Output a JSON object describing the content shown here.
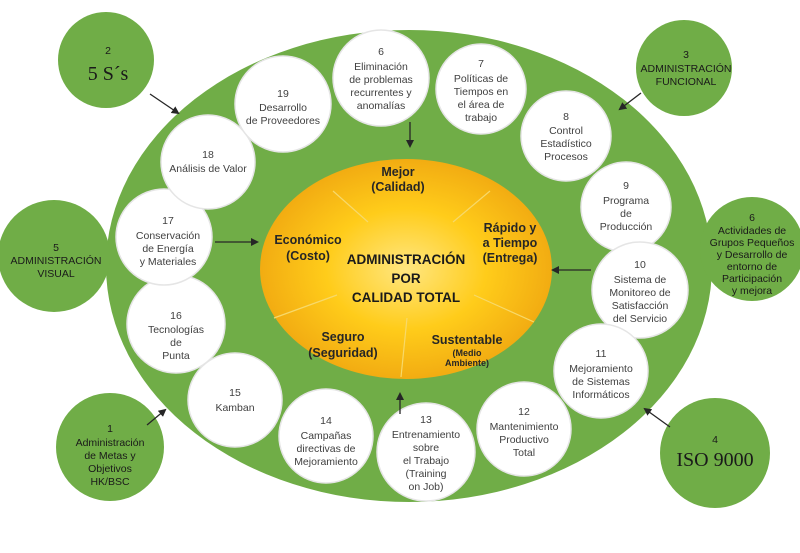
{
  "center": {
    "lines": [
      "ADMINISTRACIÓN",
      "POR",
      "CALIDAD TOTAL"
    ]
  },
  "segments": [
    {
      "lines": [
        "Mejor",
        "(Calidad)"
      ]
    },
    {
      "lines": [
        "Rápido y",
        "a Tiempo",
        "(Entrega)"
      ]
    },
    {
      "lines": [
        "Sustentable"
      ],
      "sub": [
        "(Medio",
        "Ambiente)"
      ]
    },
    {
      "lines": [
        "Seguro",
        "(Seguridad)"
      ]
    },
    {
      "lines": [
        "Económico",
        "(Costo)"
      ]
    }
  ],
  "bubbles": [
    {
      "n": "6",
      "lines": [
        "Eliminación",
        "de problemas",
        "recurrentes y",
        "anomalías"
      ]
    },
    {
      "n": "7",
      "lines": [
        "Políticas de",
        "Tiempos en",
        "el área de",
        "trabajo"
      ]
    },
    {
      "n": "8",
      "lines": [
        "Control",
        "Estadístico",
        "Procesos"
      ]
    },
    {
      "n": "9",
      "lines": [
        "Programa",
        "de",
        "Producción"
      ]
    },
    {
      "n": "10",
      "lines": [
        "Sistema de",
        "Monitoreo de",
        "Satisfacción",
        "del Servicio"
      ]
    },
    {
      "n": "11",
      "lines": [
        "Mejoramiento",
        "de Sistemas",
        "Informáticos"
      ]
    },
    {
      "n": "12",
      "lines": [
        "Mantenimiento",
        "Productivo",
        "Total"
      ]
    },
    {
      "n": "13",
      "lines": [
        "Entrenamiento",
        "sobre",
        "el Trabajo",
        "(Training",
        "on Job)"
      ]
    },
    {
      "n": "14",
      "lines": [
        "Campañas",
        "directivas de",
        "Mejoramiento"
      ]
    },
    {
      "n": "15",
      "lines": [
        "Kamban"
      ]
    },
    {
      "n": "16",
      "lines": [
        "Tecnologías",
        "de",
        "Punta"
      ]
    },
    {
      "n": "17",
      "lines": [
        "Conservación",
        "de Energía",
        "y Materiales"
      ]
    },
    {
      "n": "18",
      "lines": [
        "Análisis de Valor"
      ]
    },
    {
      "n": "19",
      "lines": [
        "Desarrollo",
        "de Proveedores"
      ]
    }
  ],
  "outer": [
    {
      "n": "2",
      "lines": [
        "5 S´s"
      ],
      "big": true
    },
    {
      "n": "3",
      "lines": [
        "ADMINISTRACIÓN",
        "FUNCIONAL"
      ]
    },
    {
      "n": "5",
      "lines": [
        "ADMINISTRACIÓN",
        "VISUAL"
      ]
    },
    {
      "n": "6",
      "lines": [
        "Actividades de",
        "Grupos Pequeños",
        "y Desarrollo de",
        "entorno de",
        "Participación",
        "y mejora"
      ]
    },
    {
      "n": "1",
      "lines": [
        "Administración",
        "de Metas y",
        "Objetivos",
        "HK/BSC"
      ]
    },
    {
      "n": "4",
      "lines": [
        "ISO 9000"
      ],
      "big": true
    }
  ],
  "colors": {
    "green": "#70ad47",
    "yellow": "#ffc000",
    "orange": "#f4b11a",
    "arrow": "#262626"
  }
}
